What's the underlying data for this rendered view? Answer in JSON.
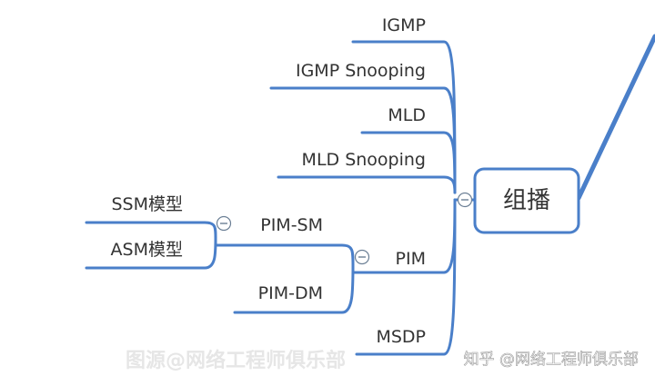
{
  "root": {
    "label": "组播"
  },
  "branches": {
    "igmp": "IGMP",
    "igmp_snooping": "IGMP Snooping",
    "mld": "MLD",
    "mld_snooping": "MLD Snooping",
    "pim": "PIM",
    "msdp": "MSDP"
  },
  "pim_children": {
    "pim_sm": "PIM-SM",
    "pim_dm": "PIM-DM"
  },
  "pim_sm_children": {
    "ssm": "SSM模型",
    "asm": "ASM模型"
  },
  "watermarks": {
    "left": "图源@网络工程师俱乐部",
    "right": "知乎 @网络工程师俱乐部"
  },
  "colors": {
    "branch": "#4a7fc9",
    "root_border": "#4a7fc9",
    "text": "#333333"
  }
}
